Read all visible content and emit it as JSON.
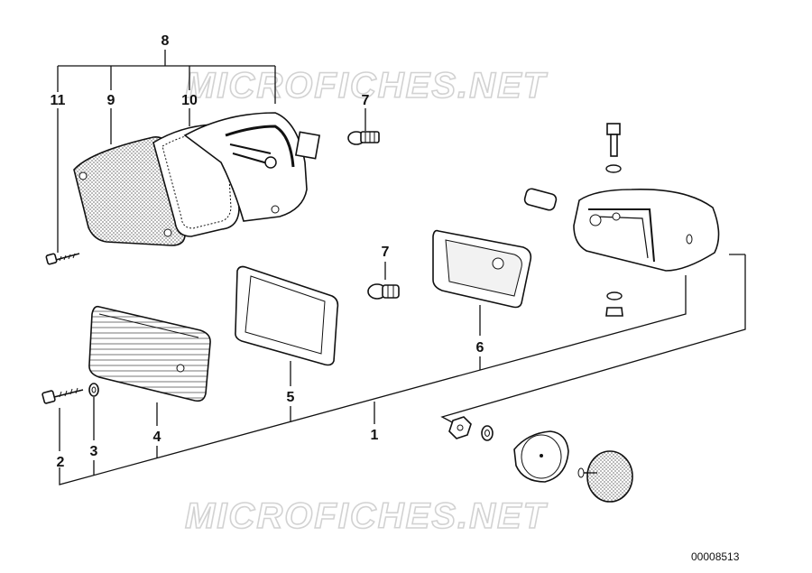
{
  "watermark": "MICROFICHES.NET",
  "diagram_code": "00008513",
  "callouts": [
    "1",
    "2",
    "3",
    "4",
    "5",
    "6",
    "7",
    "7",
    "8",
    "9",
    "10",
    "11"
  ]
}
